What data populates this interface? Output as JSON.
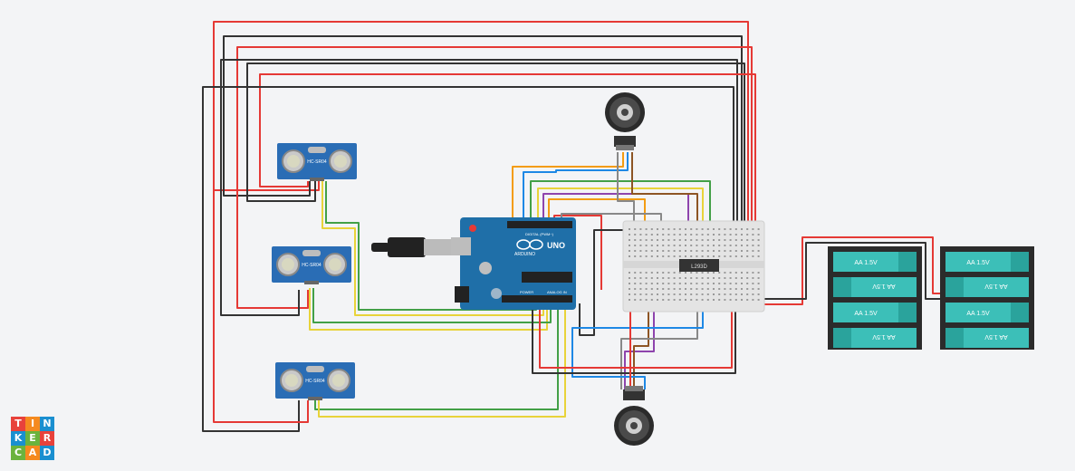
{
  "app": {
    "logo_rows": [
      [
        "T",
        "I",
        "N"
      ],
      [
        "K",
        "E",
        "R"
      ],
      [
        "C",
        "A",
        "D"
      ]
    ],
    "logo_colors": [
      "#e8423b",
      "#f58a1f",
      "#1a8fd0",
      "#1a8fd0",
      "#6ab33d",
      "#e8423b",
      "#6ab33d",
      "#f58a1f",
      "#1a8fd0"
    ]
  },
  "components": {
    "arduino": {
      "logo": "UNO",
      "brand": "ARDUINO",
      "digital_label": "DIGITAL (PWM~)",
      "power_label": "POWER",
      "analog_label": "ANALOG IN"
    },
    "sensors": [
      {
        "label": "HC-SR04"
      },
      {
        "label": "HC-SR04"
      },
      {
        "label": "HC-SR04"
      }
    ],
    "motor_driver": {
      "label": "L293D"
    },
    "battery_packs": [
      {
        "cells": [
          "AA 1.5V",
          "AA 1.5V",
          "AA 1.5V",
          "AA 1.5V"
        ]
      },
      {
        "cells": [
          "AA 1.5V",
          "AA 1.5V",
          "AA 1.5V",
          "AA 1.5V"
        ]
      }
    ]
  },
  "colors": {
    "wire_red": "#e53935",
    "wire_black": "#333333",
    "wire_orange": "#f39c12",
    "wire_blue": "#1e88e5",
    "wire_green": "#43a047",
    "wire_yellow": "#e8d33a",
    "wire_purple": "#8e44ad",
    "wire_brown": "#8d5524",
    "wire_gray": "#888888",
    "arduino_blue": "#1f6fa8",
    "sensor_blue": "#2a6db5",
    "battery_teal": "#3cbfb8"
  }
}
